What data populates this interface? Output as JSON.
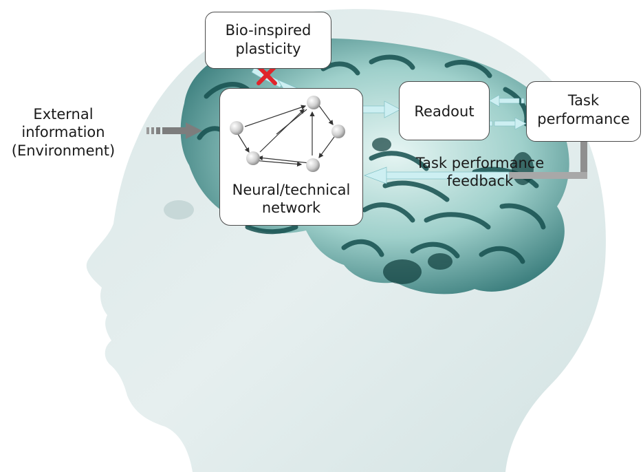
{
  "nodes": {
    "plasticity": {
      "line1": "Bio-inspired",
      "line2": "plasticity"
    },
    "network": {
      "line1": "Neural/technical",
      "line2": "network"
    },
    "readout": {
      "label": "Readout"
    },
    "task": {
      "line1": "Task",
      "line2": "performance"
    },
    "external": {
      "line1": "External",
      "line2": "information",
      "line3": "(Environment)"
    }
  },
  "edges": {
    "feedback": {
      "line1": "Task performance",
      "line2": "feedback"
    }
  },
  "colors": {
    "arrow_cyan": "#c9eef0",
    "arrow_gray": "#8f8f8f",
    "blocked_mark": "#e0252b",
    "head_fill": "#e4eeee",
    "brain_dark": "#1d5a5a",
    "brain_light": "#bfe3df"
  },
  "icons": [
    "brain-illustration",
    "head-silhouette",
    "blocked-x-icon",
    "network-node-icon"
  ]
}
